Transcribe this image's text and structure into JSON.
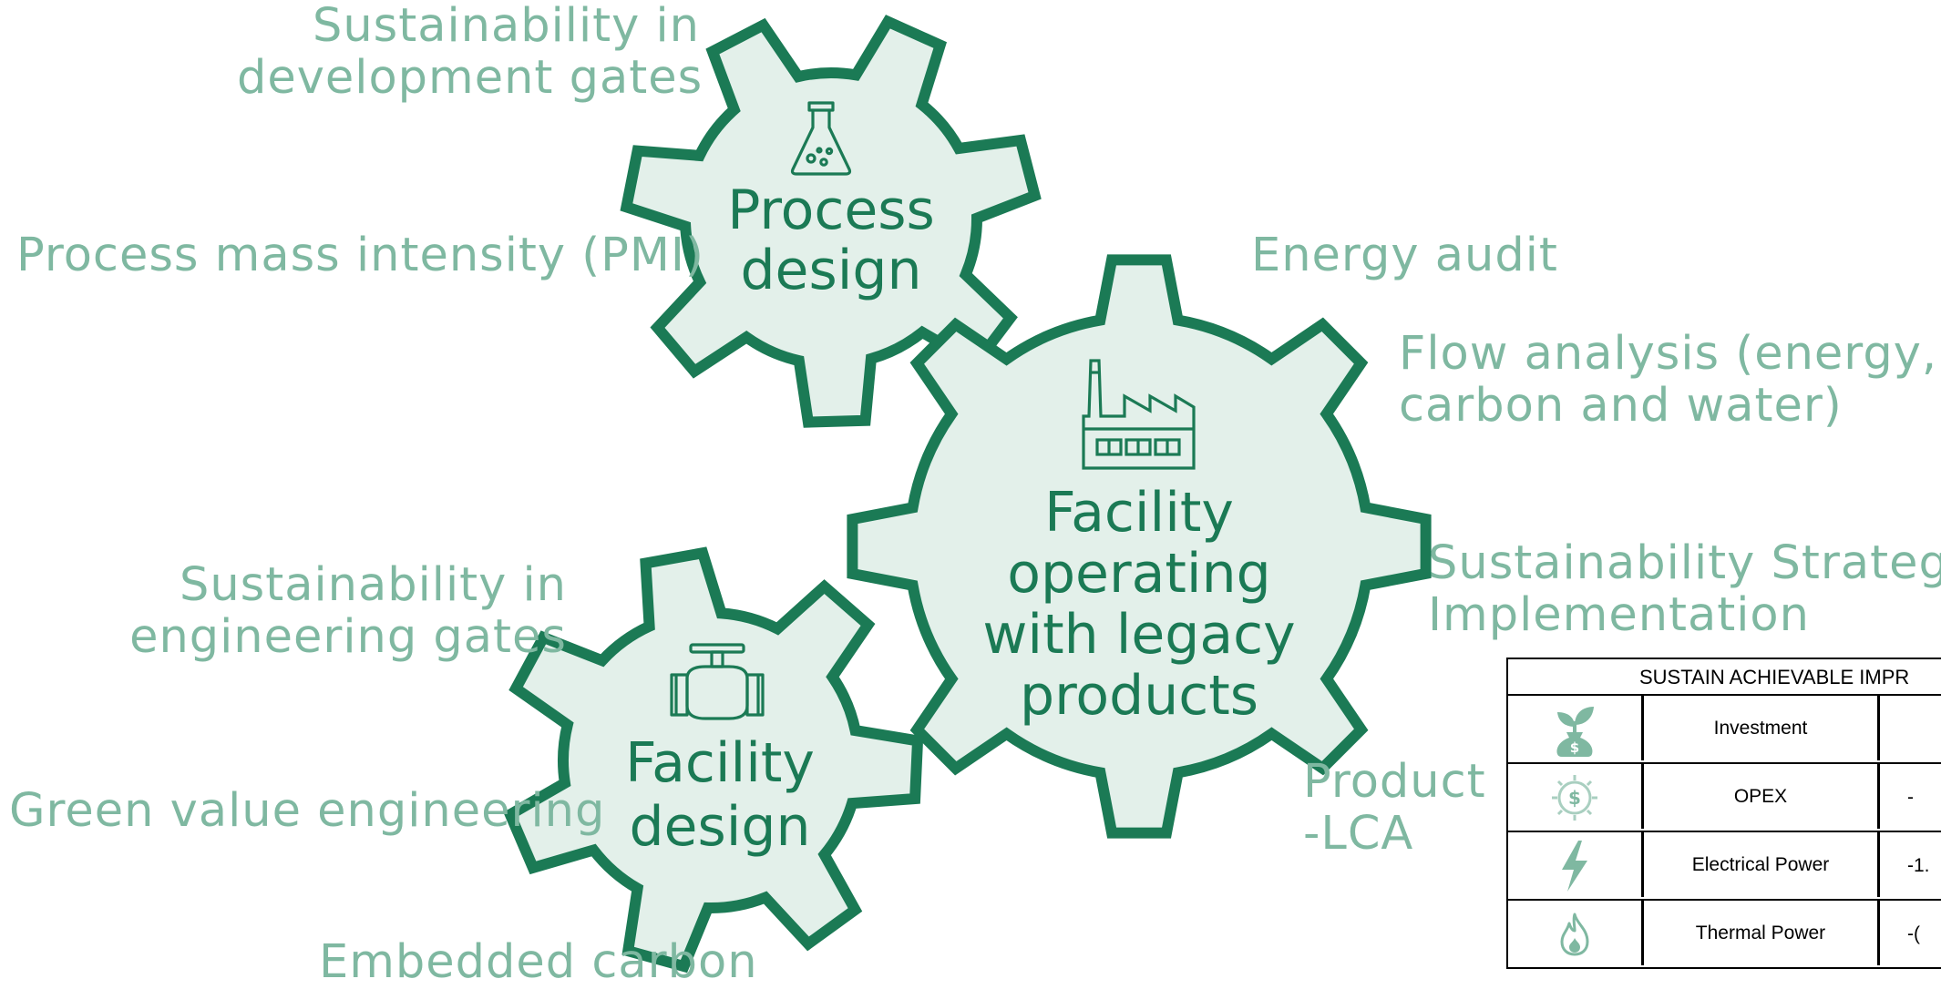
{
  "gears": {
    "process": {
      "line1": "Process",
      "line2": "design",
      "icon": "flask-icon"
    },
    "facility_operating": {
      "line1": "Facility",
      "line2": "operating",
      "line3": "with legacy",
      "line4": "products",
      "icon": "factory-icon"
    },
    "facility_design": {
      "line1": "Facility",
      "line2": "design",
      "icon": "pipe-valve-icon"
    }
  },
  "labels": {
    "sust_dev_gates_1": "Sustainability in",
    "sust_dev_gates_2": "development gates",
    "pmi": "Process mass intensity (PMI)",
    "energy_audit": "Energy audit",
    "flow_analysis_1": "Flow analysis (energy,",
    "flow_analysis_2": "carbon and water)",
    "strategy_1": "Sustainability Strategy",
    "strategy_2": "Implementation",
    "sust_eng_gates_1": "Sustainability in",
    "sust_eng_gates_2": "engineering gates",
    "green_value": "Green value engineering",
    "product_lca_1": "Product",
    "product_lca_2": "-LCA",
    "embedded_carbon": "Embedded carbon"
  },
  "table": {
    "header": "SUSTAIN ACHIEVABLE IMPR",
    "rows": [
      {
        "name": "Investment",
        "value": "",
        "icon": "money-bag-plant-icon"
      },
      {
        "name": "OPEX",
        "value": "-",
        "icon": "dollar-gear-icon"
      },
      {
        "name": "Electrical Power",
        "value": "-1.",
        "icon": "lightning-icon"
      },
      {
        "name": "Thermal Power",
        "value": "-(",
        "icon": "flame-icon"
      }
    ]
  },
  "colors": {
    "gear_stroke": "#1b7a55",
    "gear_fill": "#e3f0ea",
    "label_text": "#7fb8a1",
    "title_text": "#1b7a55"
  }
}
